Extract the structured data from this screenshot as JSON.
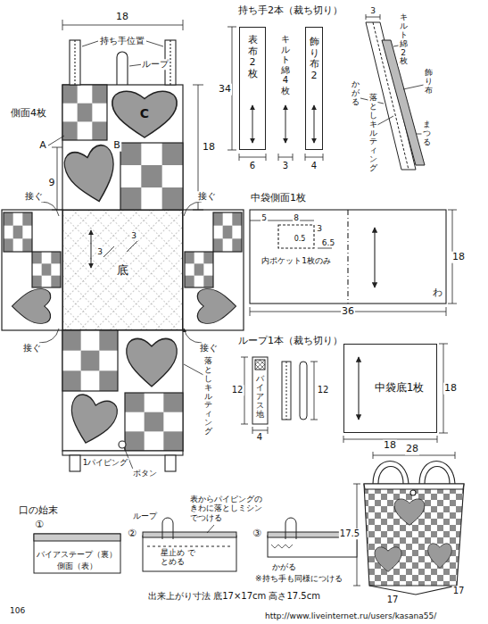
{
  "diagram": {
    "nodes": [
      {
        "text": [
          "表布2枚"
        ]
      },
      {
        "text": [
          "キルト綿4枚"
        ]
      },
      {
        "text": [
          "飾り布2"
        ]
      },
      {
        "text": [
          "底"
        ]
      },
      {
        "text": [
          "中袋底1枚"
        ]
      },
      {
        "text": [
          "C"
        ]
      }
    ],
    "labels": [
      "18",
      "持ち手位置",
      "ループ",
      "側面4枚",
      "A",
      "B",
      "9",
      "18",
      "接ぐ",
      "接ぐ",
      "3",
      "3",
      "接ぐ",
      "接ぐ",
      "落としキルティング",
      "1パイピング",
      "ボタン",
      "持ち手2本（裁ち切り）",
      "34",
      "6",
      "3",
      "4",
      "3",
      "キルト綿2枚",
      "飾り布",
      "かがる",
      "落としキルティング",
      "まつる",
      "中袋側面1枚",
      "5",
      "8",
      "3",
      "0.5",
      "6.5",
      "内ポケット1枚のみ",
      "18",
      "わ",
      "36",
      "ループ1本（裁ち切り）",
      "バイアス地",
      "12",
      "12",
      "4",
      "18",
      "18",
      "28",
      "17.5",
      "17",
      "17",
      "口の始末",
      "①",
      "②",
      "③",
      "バイアステープ（裏）",
      "側面（表）",
      "ループ",
      "表からパイピングの きわに落としミシン でつける",
      "星止め でとめる",
      "かがる",
      "※持ち手も同様につける",
      "出来上がり寸法 底17×17cm 高さ17.5cm",
      "106",
      "http://www.liveinternet.ru/users/kasana55/"
    ]
  }
}
